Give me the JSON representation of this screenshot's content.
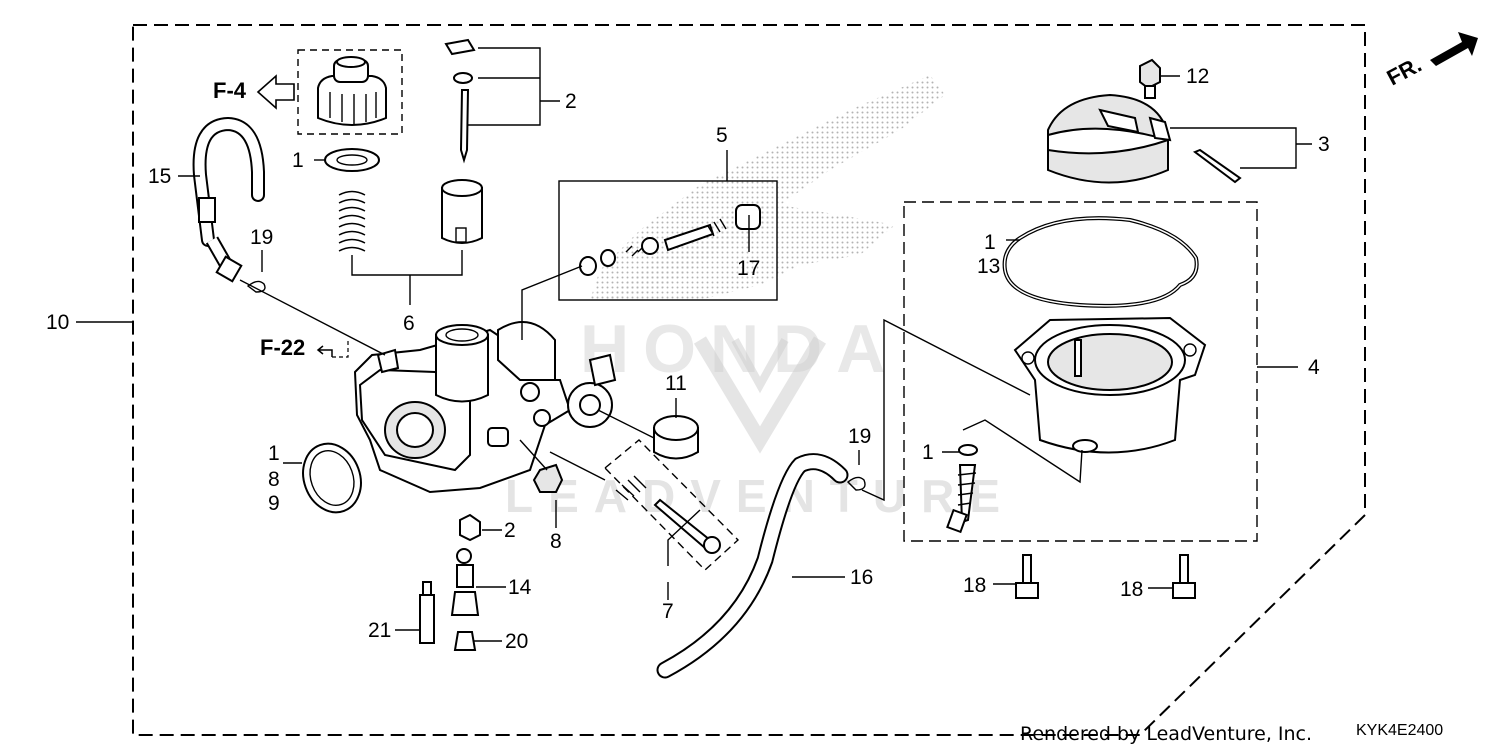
{
  "watermark": {
    "brand": "HONDA",
    "dealer": "LEADVENTURE"
  },
  "orientation": {
    "front": "FR."
  },
  "refs": {
    "f4": "F-4",
    "f22": "F-22"
  },
  "callouts": {
    "c1a": "1",
    "c2a": "2",
    "c3": "3",
    "c4": "4",
    "c5": "5",
    "c6": "6",
    "c7": "7",
    "c8a": "8",
    "c8b": "8",
    "c9": "9",
    "c10": "10",
    "c11": "11",
    "c12": "12",
    "c13": "13",
    "c14": "14",
    "c15": "15",
    "c16": "16",
    "c17": "17",
    "c18a": "18",
    "c18b": "18",
    "c19a": "19",
    "c19b": "19",
    "c20": "20",
    "c21": "21",
    "c1b": "1",
    "c1c": "1",
    "c1d": "1",
    "c2b": "2"
  },
  "footer": {
    "credit": "Rendered by LeadVenture, Inc.",
    "code": "KYK4E2400"
  }
}
